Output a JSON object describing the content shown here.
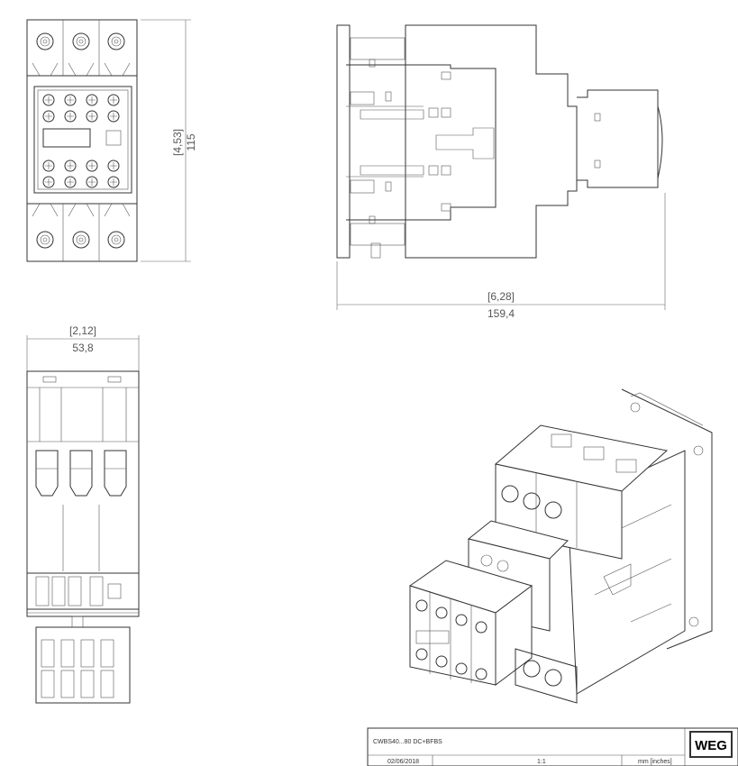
{
  "dimensions": {
    "height_inches": "[4,53]",
    "height_mm": "115",
    "width_inches": "[6,28]",
    "width_mm": "159,4",
    "depth_inches": "[2,12]",
    "depth_mm": "53,8"
  },
  "title_block": {
    "model": "CWBS40...80 DC+BFBS",
    "date": "02/06/2018",
    "scale": "1:1",
    "units": "mm [inches]",
    "logo": "WEG"
  }
}
